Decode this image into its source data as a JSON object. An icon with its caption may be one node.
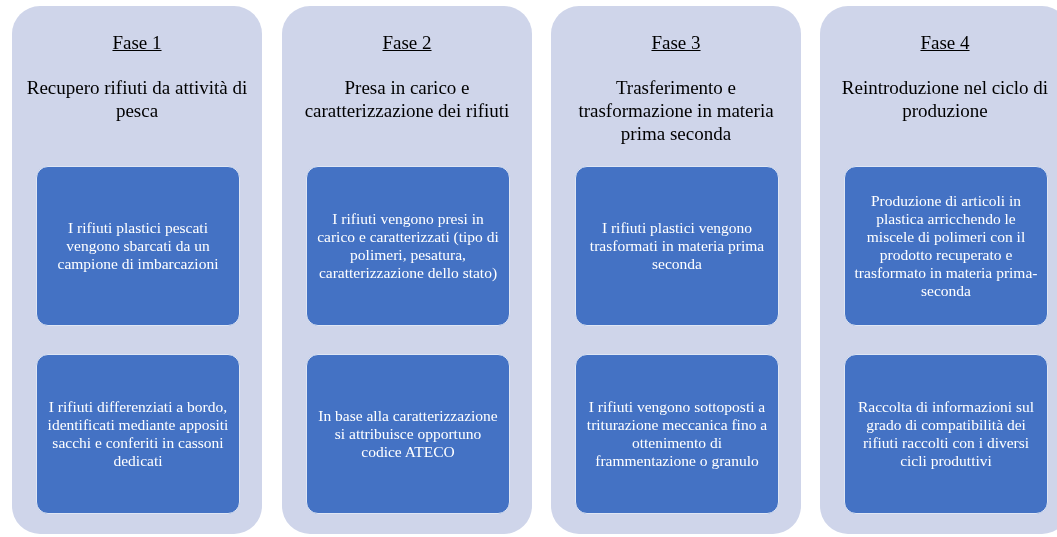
{
  "diagram": {
    "nodes": [
      {
        "text": [
          "Fase 1",
          "Recupero rifiuti da attività di pesca"
        ]
      },
      {
        "text": [
          "I rifiuti plastici pescati vengono sbarcati da un campione di imbarcazioni"
        ],
        "in": 0
      },
      {
        "text": [
          "I rifiuti differenziati a bordo, identificati mediante appositi sacchi e conferiti in cassoni dedicati"
        ],
        "in": 0
      },
      {
        "text": [
          "Fase 2",
          "Presa in carico e caratterizzazione dei rifiuti"
        ]
      },
      {
        "text": [
          "I rifiuti vengono presi in carico e caratterizzati (tipo di polimeri, pesatura, caratterizzazione dello stato)"
        ],
        "in": 3
      },
      {
        "text": [
          "In base alla caratterizzazione si attribuisce opportuno codice ATECO"
        ],
        "in": 3
      },
      {
        "text": [
          "Fase 3",
          "Trasferimento e trasformazione in materia prima seconda"
        ]
      },
      {
        "text": [
          "I rifiuti plastici vengono trasformati in materia prima seconda"
        ],
        "in": 6
      },
      {
        "text": [
          "I rifiuti vengono sottoposti a triturazione meccanica fino a ottenimento di frammentazione o granulo"
        ],
        "in": 6
      },
      {
        "text": [
          "Fase 4",
          "Reintroduzione nel ciclo di produzione"
        ]
      },
      {
        "text": [
          "Produzione di articoli in plastica arricchendo le miscele di polimeri con il prodotto recuperato e trasformato in materia prima-seconda"
        ],
        "in": 9
      },
      {
        "text": [
          "Raccolta di informazioni sul grado di compatibilità dei rifiuti raccolti con i diversi cicli produttivi"
        ],
        "in": 9
      }
    ]
  }
}
